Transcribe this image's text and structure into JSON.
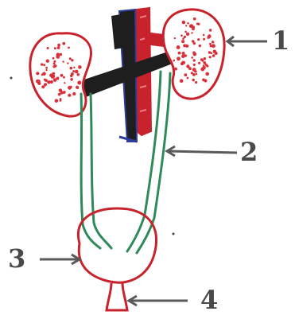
{
  "figure": {
    "labels": [
      {
        "id": "1",
        "text": "1"
      },
      {
        "id": "2",
        "text": "2"
      },
      {
        "id": "3",
        "text": "3"
      },
      {
        "id": "4",
        "text": "4"
      }
    ]
  },
  "colors": {
    "outline_red": "#c8232c",
    "dots_red": "#d9303a",
    "vessel_black": "#1e1e1e",
    "vessel_blue": "#2c3e9a",
    "ureter_green": "#2f8a5a",
    "arrow_gray": "#5a5a5a",
    "label_gray": "#4a4a4a"
  }
}
